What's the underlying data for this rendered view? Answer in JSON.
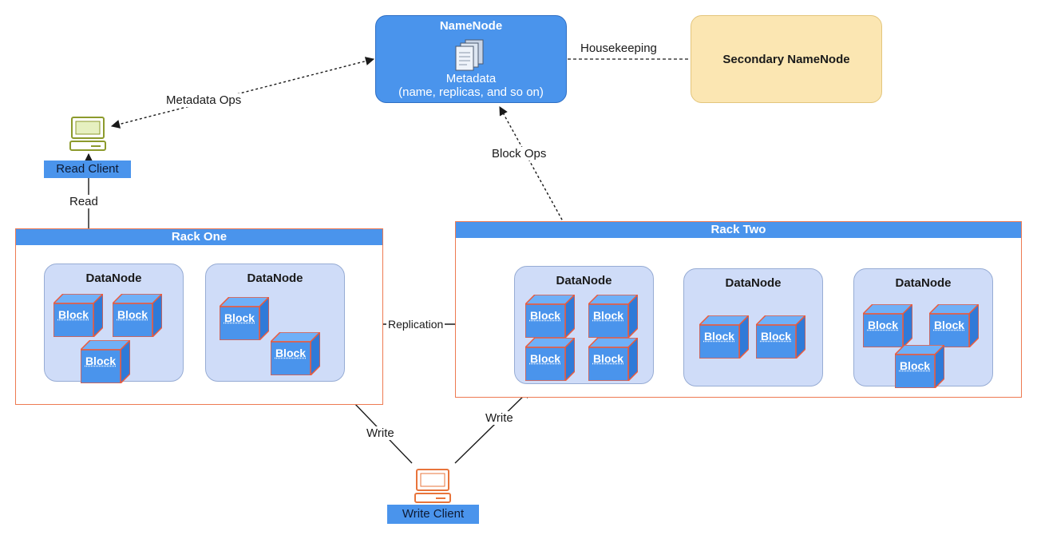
{
  "namenode": {
    "title": "NameNode",
    "metadata_line1": "Metadata",
    "metadata_line2": "(name, replicas, and so on)"
  },
  "secondary": {
    "title": "Secondary NameNode"
  },
  "edges": {
    "housekeeping": "Housekeeping",
    "metadata_ops": "Metadata Ops",
    "block_ops": "Block Ops",
    "read": "Read",
    "replication": "Replication",
    "write_left": "Write",
    "write_right": "Write"
  },
  "clients": {
    "read": "Read Client",
    "write": "Write Client"
  },
  "racks": [
    {
      "title": "Rack One",
      "datanodes": [
        {
          "title": "DataNode",
          "blocks": [
            "Block",
            "Block",
            "Block"
          ]
        },
        {
          "title": "DataNode",
          "blocks": [
            "Block",
            "Block"
          ]
        }
      ]
    },
    {
      "title": "Rack Two",
      "datanodes": [
        {
          "title": "DataNode",
          "blocks": [
            "Block",
            "Block",
            "Block",
            "Block"
          ]
        },
        {
          "title": "DataNode",
          "blocks": [
            "Block",
            "Block"
          ]
        },
        {
          "title": "DataNode",
          "blocks": [
            "Block",
            "Block",
            "Block"
          ]
        }
      ]
    }
  ],
  "colors": {
    "accent": "#4a94ec",
    "rack_border": "#ee7a52",
    "datanode_fill": "#cfdcf8",
    "secondary_fill": "#fbe6b2",
    "read_client_icon": "#8c9a2c",
    "write_client_icon": "#e8743b"
  }
}
